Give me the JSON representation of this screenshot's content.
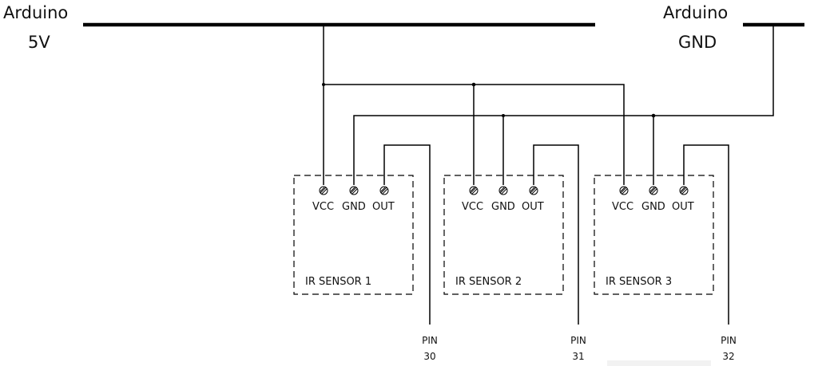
{
  "power": {
    "vcc_label_line1": "Arduino",
    "vcc_label_line2": "5V",
    "gnd_label_line1": "Arduino",
    "gnd_label_line2": "GND"
  },
  "sensors": [
    {
      "name": "IR SENSOR 1",
      "terminals": [
        "VCC",
        "GND",
        "OUT"
      ],
      "pin_label": "PIN",
      "pin_number": "30"
    },
    {
      "name": "IR SENSOR 2",
      "terminals": [
        "VCC",
        "GND",
        "OUT"
      ],
      "pin_label": "PIN",
      "pin_number": "31"
    },
    {
      "name": "IR SENSOR 3",
      "terminals": [
        "VCC",
        "GND",
        "OUT"
      ],
      "pin_label": "PIN",
      "pin_number": "32"
    }
  ]
}
